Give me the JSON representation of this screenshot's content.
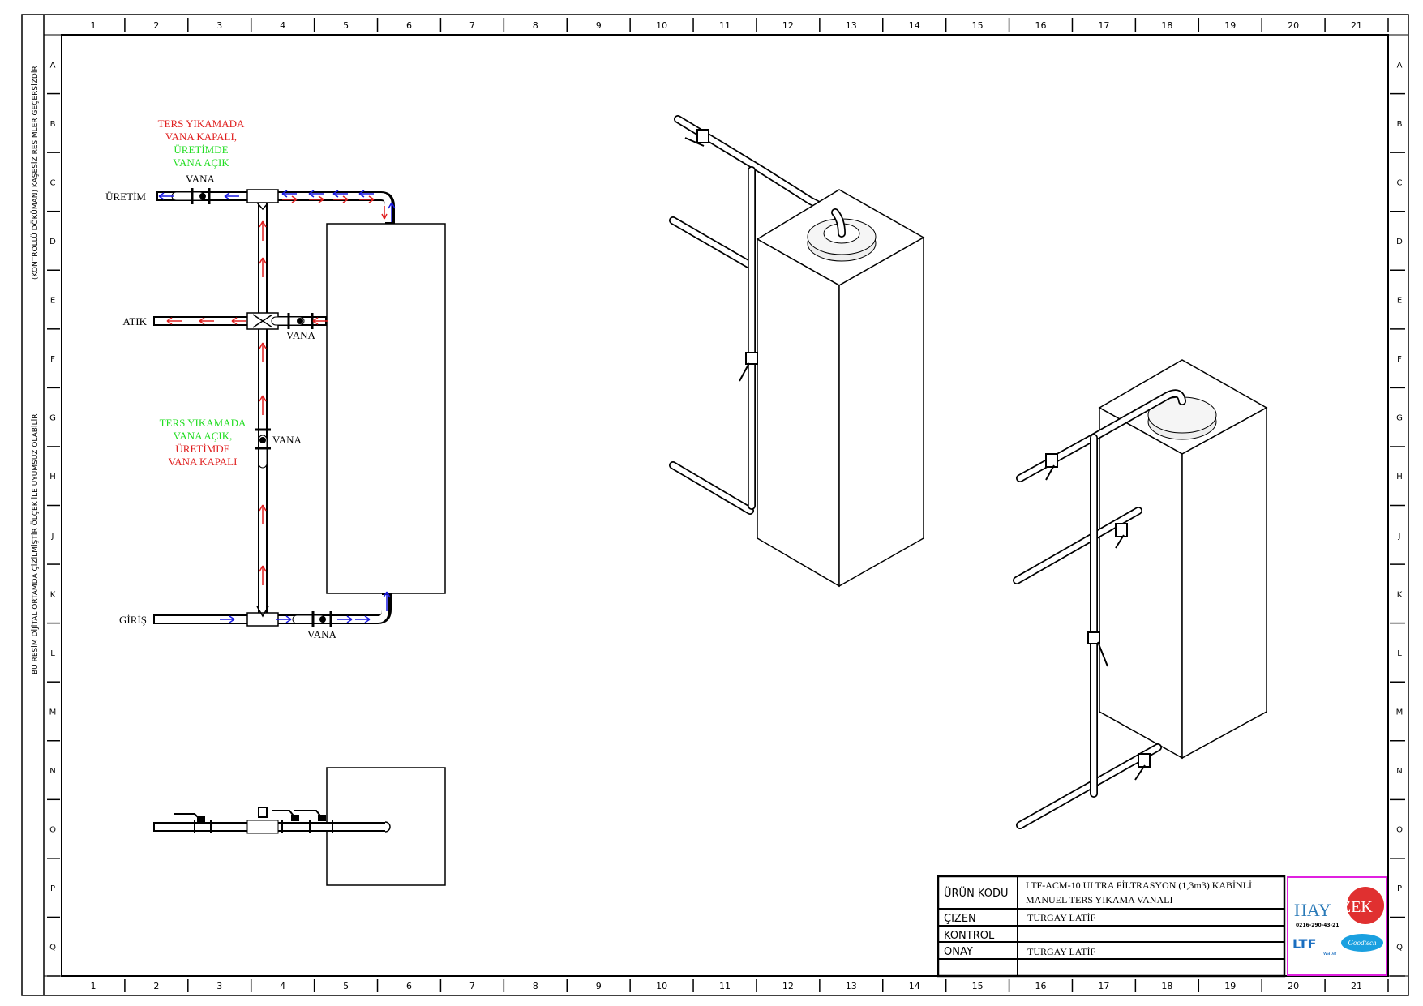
{
  "frame": {
    "columns": [
      "1",
      "2",
      "3",
      "4",
      "5",
      "6",
      "7",
      "8",
      "9",
      "10",
      "11",
      "12",
      "13",
      "14",
      "15",
      "16",
      "17",
      "18",
      "19",
      "20",
      "21"
    ],
    "rows": [
      "A",
      "B",
      "C",
      "D",
      "E",
      "F",
      "G",
      "H",
      "J",
      "K",
      "L",
      "M",
      "N",
      "O",
      "P",
      "Q"
    ],
    "side_note_top": "(KONTROLLÜ DÖKÜMAN) KAŞESİZ RESİMLER GEÇERSİZDİR",
    "side_note_bottom": "BU RESİM DİJİTAL ORTAMDA ÇİZİLMİŞTİR ÖLÇEK İLE UYUMSUZ OLABİLİR"
  },
  "schematic": {
    "labels": {
      "uretim": "ÜRETİM",
      "atik": "ATIK",
      "giris": "GİRİŞ",
      "vana_top": "VANA",
      "vana_atik": "VANA",
      "vana_mid": "VANA",
      "vana_giris": "VANA"
    },
    "note_top": [
      "TERS YIKAMADA",
      "VANA KAPALI,",
      "ÜRETİMDE",
      "VANA AÇIK"
    ],
    "note_mid": [
      "TERS YIKAMADA",
      "VANA AÇIK,",
      "ÜRETİMDE",
      "VANA KAPALI"
    ],
    "colors": {
      "backwash": "#e02020",
      "production": "#1a1ae0",
      "open": "#22dd22",
      "closed": "#e02020"
    }
  },
  "title_block": {
    "urun_kodu_label": "ÜRÜN KODU",
    "urun_kodu_line1": "LTF-ACM-10 ULTRA FİLTRASYON (1,3m3) KABİNLİ",
    "urun_kodu_line2": "MANUEL TERS YIKAMA VANALI",
    "cizen_label": "ÇIZEN",
    "cizen_value": "TURGAY LATİF",
    "kontrol_label": "KONTROL",
    "kontrol_value": "",
    "onay_label": "ONAY",
    "onay_value": "TURGAY LATİF"
  },
  "logo": {
    "brand_left": "HAY",
    "brand_right": "ZEK",
    "phone": "0216-290-43-21",
    "ltf": "LTF",
    "ltf_sub": "water",
    "goodtech": "Goodtech",
    "border_color": "#e020e0"
  }
}
